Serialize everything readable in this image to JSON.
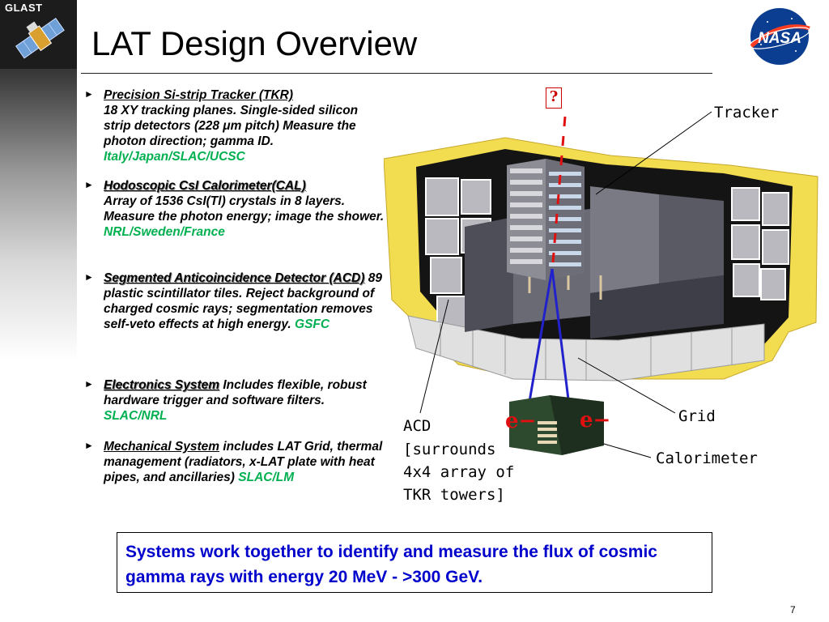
{
  "header": {
    "title": "LAT Design Overview",
    "glast_logo_text": "GLAST",
    "nasa_logo_text": "NASA"
  },
  "bullets": [
    {
      "heading": "Precision Si-strip Tracker (TKR)",
      "text": "18 XY tracking planes.  Single-sided silicon strip detectors (228 μm pitch) Measure the photon direction; gamma ID.",
      "institutions": "Italy/Japan/SLAC/UCSC"
    },
    {
      "heading": "Hodoscopic CsI Calorimeter(CAL)",
      "text": "Array of 1536 CsI(Tl) crystals in 8 layers.  Measure the photon energy; image the shower.",
      "institutions": "NRL/Sweden/France"
    },
    {
      "heading": "Segmented Anticoincidence Detector (ACD)",
      "text": "89 plastic scintillator tiles.     Reject background of charged cosmic rays;  segmentation removes self-veto effects at high energy.",
      "institutions": "GSFC"
    },
    {
      "heading": "Electronics System",
      "text": "Includes flexible, robust hardware trigger and software filters.",
      "institutions": "SLAC/NRL"
    },
    {
      "heading": "Mechanical System",
      "text": "includes LAT Grid, thermal management (radiators, x-LAT plate with heat pipes, and ancillaries)",
      "institutions": "SLAC/LM"
    }
  ],
  "diagram": {
    "gamma_symbol": "?",
    "labels": {
      "tracker": "Tracker",
      "grid": "Grid",
      "calorimeter": "Calorimeter",
      "acd_1": "ACD",
      "acd_2": "[surrounds",
      "acd_3": "4x4 array of",
      "acd_4": "TKR towers]",
      "electron_left": "e−",
      "electron_right": "e−"
    },
    "colors": {
      "acd_yellow": "#f2dc4f",
      "tower_gray": "#5c5c66",
      "photon_red": "#e01010",
      "track_blue": "#2222cc"
    }
  },
  "summary": {
    "text": "Systems work together to identify and measure the flux of cosmic gamma rays with energy 20 MeV -  >300 GeV."
  },
  "footer": {
    "page_number": "7"
  }
}
